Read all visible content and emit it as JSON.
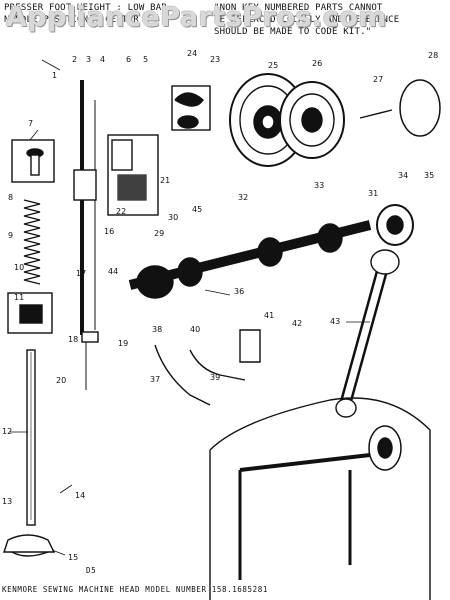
{
  "header": {
    "left_line1": "PRESSER FOOT HEIGHT : LOW BAR",
    "left_line2": "NEEDLE POSITION : CENTER",
    "right_line1": "\"NON KEY NUMBERED PARTS CANNOT",
    "right_line2": "BE REPLACED LOCALLY AND REFERENCE",
    "right_line3": "SHOULD BE MADE TO CODE KIT.\""
  },
  "watermark": "AppliancePartsPros.com",
  "caption": "KENMORE SEWING MACHINE HEAD MODEL NUMBER 158.1685281",
  "callouts": [
    "1",
    "2",
    "3",
    "4",
    "5",
    "6",
    "7",
    "8",
    "9",
    "10",
    "11",
    "12",
    "13",
    "14",
    "15",
    "16",
    "17",
    "18",
    "19",
    "20",
    "21",
    "22",
    "23",
    "24",
    "25",
    "26",
    "27",
    "28",
    "29",
    "30",
    "31",
    "32",
    "33",
    "34",
    "35",
    "36",
    "37",
    "38",
    "39",
    "40",
    "41",
    "42",
    "43",
    "44",
    "45"
  ],
  "page_code": "D5"
}
